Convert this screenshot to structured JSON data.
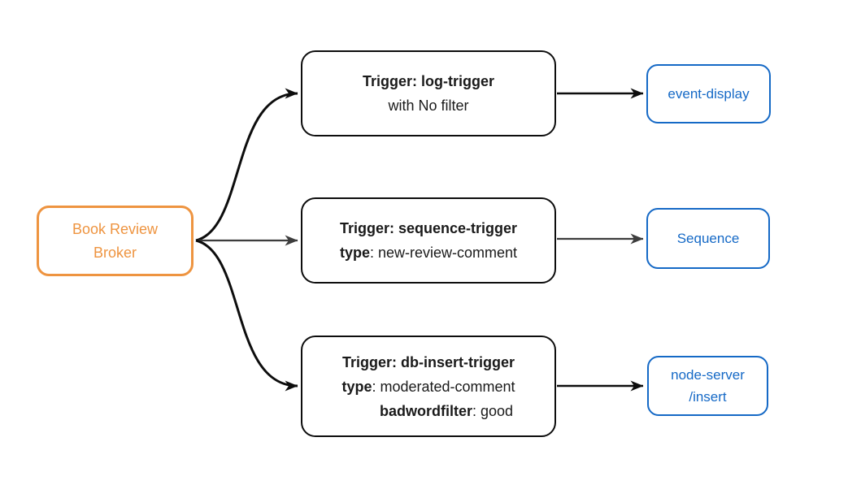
{
  "broker": {
    "line1": "Book Review",
    "line2": "Broker"
  },
  "triggers": [
    {
      "title": "Trigger: log-trigger",
      "detail": "with No filter"
    },
    {
      "title": "Trigger: sequence-trigger",
      "detail_key": "type",
      "detail_value": ": new-review-comment"
    },
    {
      "title": "Trigger: db-insert-trigger",
      "detail_key": "type",
      "detail_value": ": moderated-comment",
      "extra_key": "badwordfilter",
      "extra_value": ": good"
    }
  ],
  "outputs": [
    {
      "line1": "event-display"
    },
    {
      "line1": "Sequence"
    },
    {
      "line1": "node-server",
      "line2": "/insert"
    }
  ],
  "colors": {
    "broker_accent": "#EE9440",
    "output_accent": "#1569C6",
    "arrow_black": "#0D0D0D",
    "arrow_gray": "#3D3D3D",
    "trigger_border": "#0D0D0D",
    "trigger_text": "#1A1A1A",
    "background": "#FFFFFF"
  }
}
